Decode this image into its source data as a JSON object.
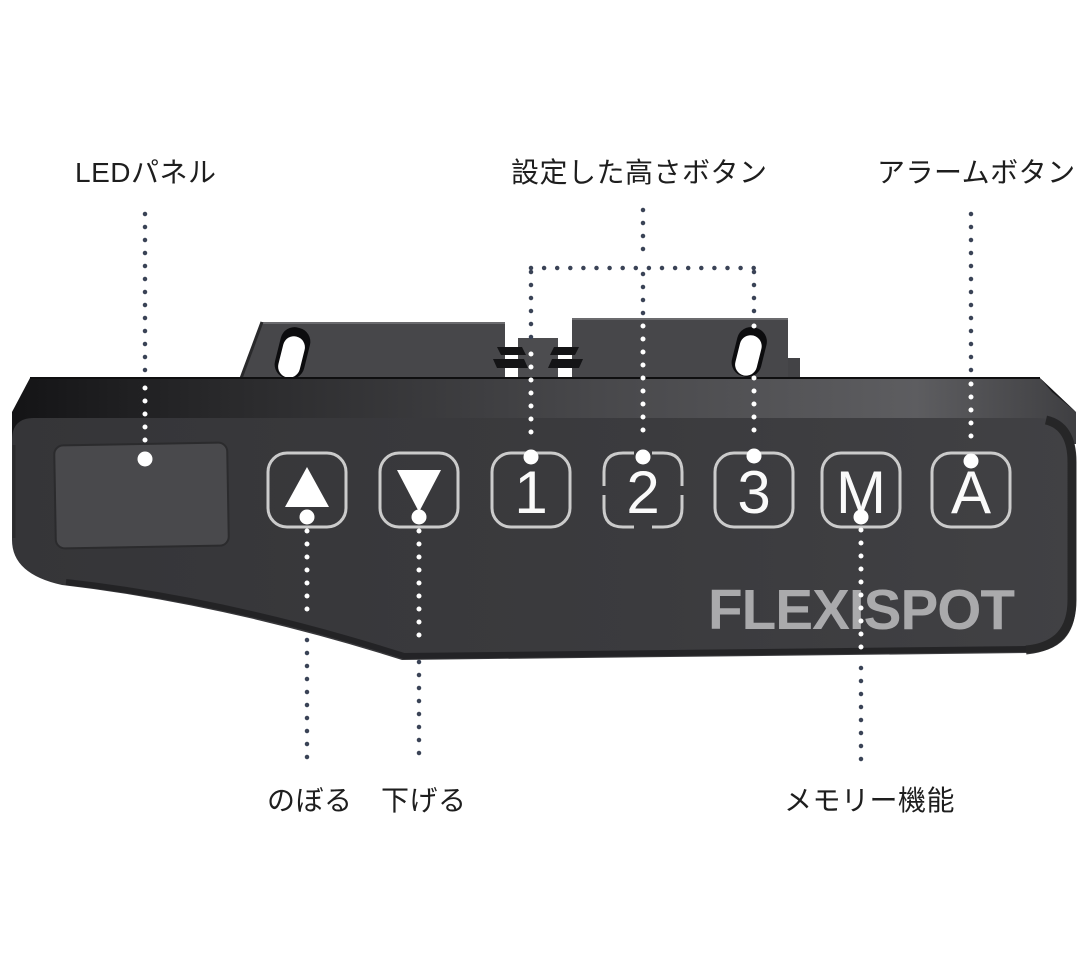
{
  "page": {
    "background": "#ffffff"
  },
  "labels": {
    "led_panel": "LEDパネル",
    "preset_height_buttons": "設定した高さボタン",
    "alarm_button": "アラームボタン",
    "raise": "のぼる",
    "lower": "下げる",
    "memory_function": "メモリー機能"
  },
  "device": {
    "brand": "FLEXISPOT",
    "display": "led-display-panel",
    "buttons": [
      {
        "id": "up",
        "icon": "up-triangle-icon"
      },
      {
        "id": "down",
        "icon": "down-triangle-icon"
      },
      {
        "id": "preset-1",
        "glyph": "1"
      },
      {
        "id": "preset-2",
        "glyph": "2"
      },
      {
        "id": "preset-3",
        "glyph": "3"
      },
      {
        "id": "memory",
        "glyph": "M"
      },
      {
        "id": "alarm",
        "glyph": "A"
      }
    ]
  },
  "colors": {
    "annotation_line": "#3a4356",
    "on_device_line": "#ffffff",
    "device_body": "#3a3a3d",
    "button_outline": "#cbcbcb",
    "logo": "#aaaaac",
    "label_text": "#1e1e1e"
  }
}
